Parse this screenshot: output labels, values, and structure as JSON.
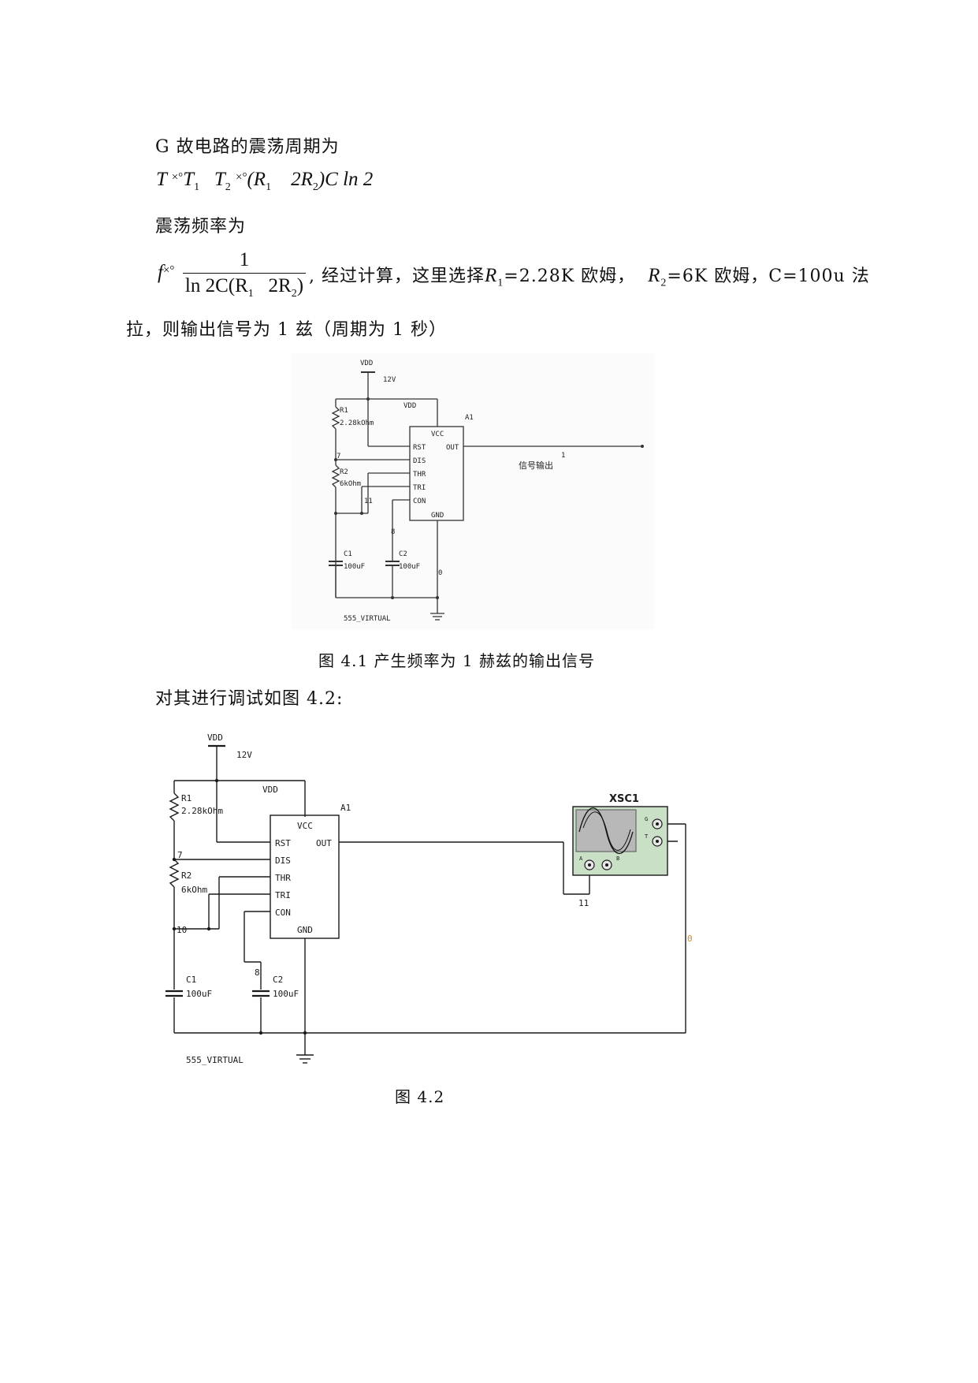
{
  "text": {
    "line1": "G 故电路的震荡周期为",
    "line3": "震荡频率为",
    "line4_text": ", 经过计算，这里选择",
    "r1_value": "=2.28K 欧姆，",
    "r2_value": "=6K 欧姆，C=100u 法",
    "line5": "拉，则输出信号为 1 兹（周期为 1 秒）",
    "caption1": "图 4.1 产生频率为 1 赫兹的输出信号",
    "line_debug": "对其进行调试如图 4.2:",
    "caption2": "图 4.2"
  },
  "formula_period": {
    "T": "T",
    "approx": "×°",
    "T1": "T",
    "T1_sub": "1",
    "T2": "T",
    "T2_sub": "2",
    "approx2": "×°",
    "open": "(R",
    "R1_sub": "1",
    "two_r2": "2R",
    "R2_sub": "2",
    "tail": ")C ln 2"
  },
  "formula_freq": {
    "f": "f",
    "approx": "×°",
    "numerator": "1",
    "denominator_a": "ln 2C(R",
    "denominator_r1_sub": "1",
    "denominator_b": "2R",
    "denominator_r2_sub": "2",
    "denominator_c": ")",
    "R": "R",
    "R1_sub": "1",
    "R2_sub": "2"
  },
  "figure1": {
    "vdd": "VDD",
    "supply": "12V",
    "vdd_chip": "VDD",
    "chip": "A1",
    "r1_name": "R1",
    "r1_val": "2.28kOhm",
    "r2_name": "R2",
    "r2_val": "6kOhm",
    "pins": [
      "VCC",
      "RST",
      "OUT",
      "DIS",
      "THR",
      "TRI",
      "CON",
      "GND"
    ],
    "node7": "7",
    "node11": "11",
    "node8": "8",
    "node0": "0",
    "node1": "1",
    "signal_out": "信号输出",
    "c1_name": "C1",
    "c1_val": "100uF",
    "c2_name": "C2",
    "c2_val": "100uF",
    "chip_model": "555_VIRTUAL"
  },
  "figure2": {
    "vdd": "VDD",
    "supply": "12V",
    "vdd_chip": "VDD",
    "chip": "A1",
    "r1_name": "R1",
    "r1_val": "2.28kOhm",
    "r2_name": "R2",
    "r2_val": "6kOhm",
    "pins": [
      "VCC",
      "RST",
      "OUT",
      "DIS",
      "THR",
      "TRI",
      "CON",
      "GND"
    ],
    "node7": "7",
    "node10": "10",
    "node8": "8",
    "node11": "11",
    "node0": "0",
    "c1_name": "C1",
    "c1_val": "100uF",
    "c2_name": "C2",
    "c2_val": "100uF",
    "chip_model": "555_VIRTUAL",
    "scope": "XSC1",
    "scope_g": "G",
    "scope_t": "T",
    "scope_a": "A",
    "scope_b": "B",
    "colors": {
      "scope_body": "#c9dfc6",
      "scope_screen": "#b8b8b8",
      "wire": "#1a1a1a",
      "label_orange": "#d98a1a"
    }
  }
}
